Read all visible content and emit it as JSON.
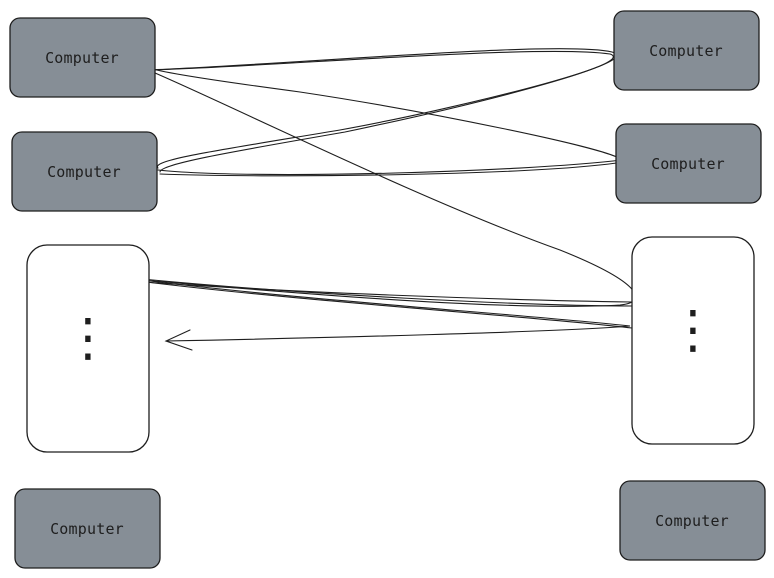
{
  "diagram": {
    "left_column": {
      "computers": [
        {
          "label": "Computer"
        },
        {
          "label": "Computer"
        },
        {
          "label": "Computer"
        }
      ],
      "ellipsis": "⋮"
    },
    "right_column": {
      "computers": [
        {
          "label": "Computer"
        },
        {
          "label": "Computer"
        },
        {
          "label": "Computer"
        }
      ],
      "ellipsis": "⋮"
    }
  },
  "colors": {
    "node_fill": "#868e96",
    "node_stroke": "#1e1e1e",
    "placeholder_fill": "#ffffff",
    "line": "#1e1e1e",
    "text": "#1e1e1e"
  }
}
